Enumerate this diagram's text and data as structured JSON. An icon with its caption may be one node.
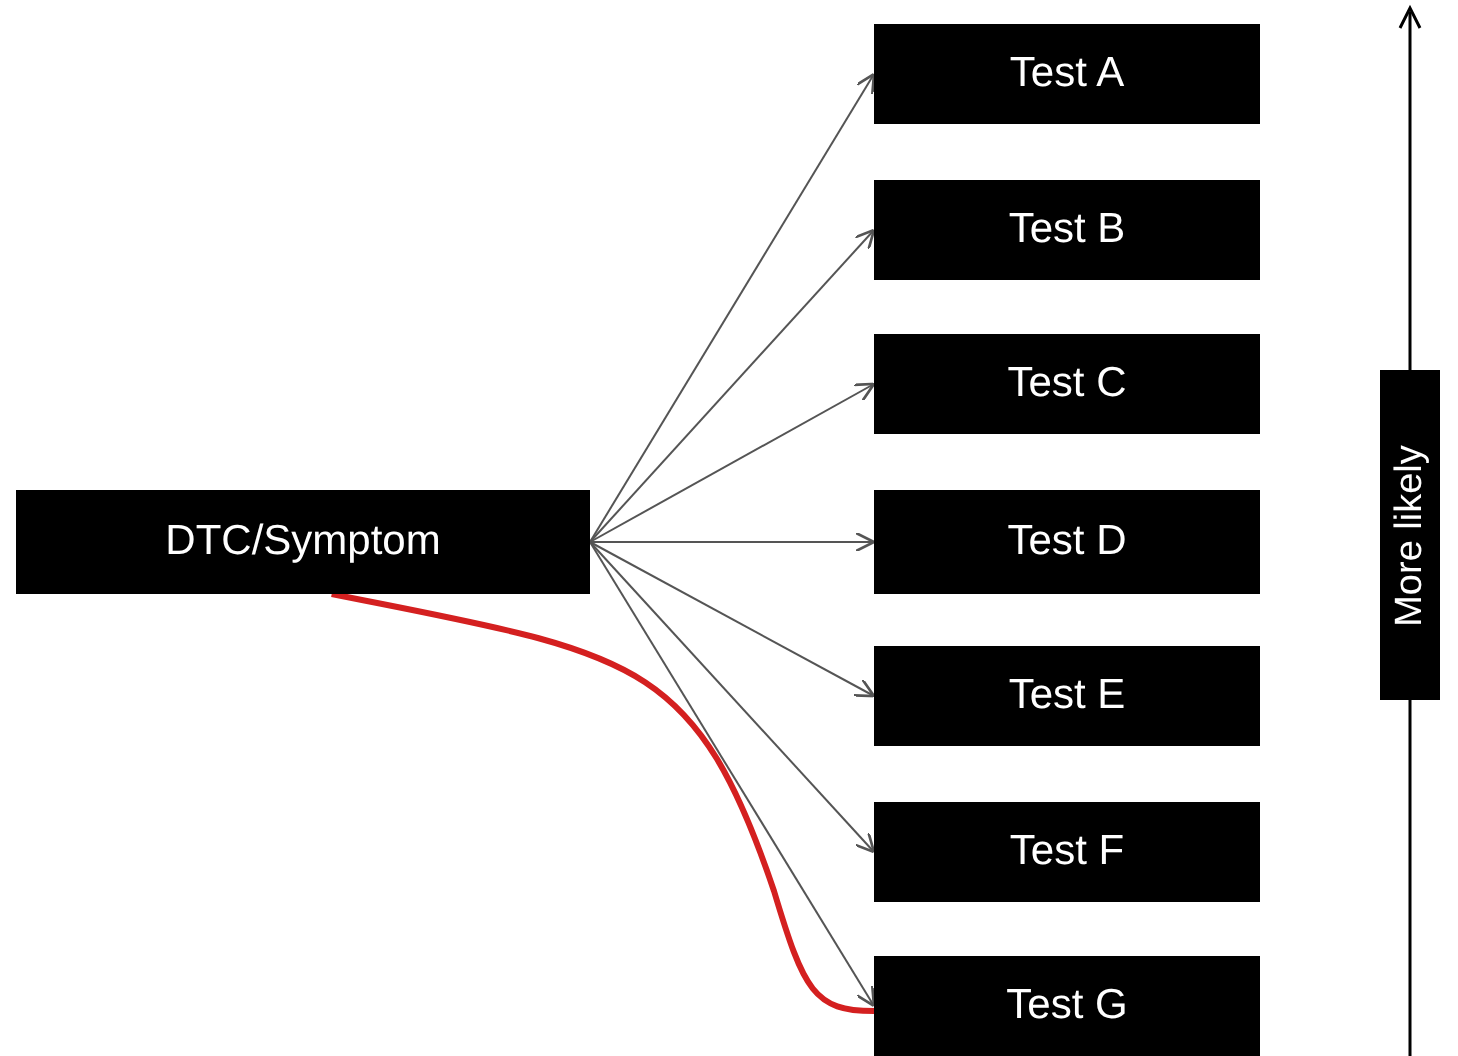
{
  "diagram": {
    "nodes": [
      {
        "text": [
          "DTC/Symptom"
        ]
      },
      {
        "text": [
          "Test A"
        ]
      },
      {
        "text": [
          "Test B"
        ]
      },
      {
        "text": [
          "Test C"
        ]
      },
      {
        "text": [
          "Test D"
        ]
      },
      {
        "text": [
          "Test E"
        ]
      },
      {
        "text": [
          "Test F"
        ]
      },
      {
        "text": [
          "Test G"
        ]
      }
    ],
    "edges": [
      {
        "from": 0,
        "to": 1,
        "arrow": "to"
      },
      {
        "from": 0,
        "to": 2,
        "arrow": "to"
      },
      {
        "from": 0,
        "to": 3,
        "arrow": "to"
      },
      {
        "from": 0,
        "to": 4,
        "arrow": "to"
      },
      {
        "from": 0,
        "to": 5,
        "arrow": "to"
      },
      {
        "from": 0,
        "to": 6,
        "arrow": "to"
      },
      {
        "from": 0,
        "to": 7,
        "arrow": "to"
      },
      {
        "from": 0,
        "to": 7,
        "arrow": "none",
        "style": "thick",
        "color": "#d42020"
      }
    ],
    "labels": [
      "More likely"
    ]
  }
}
